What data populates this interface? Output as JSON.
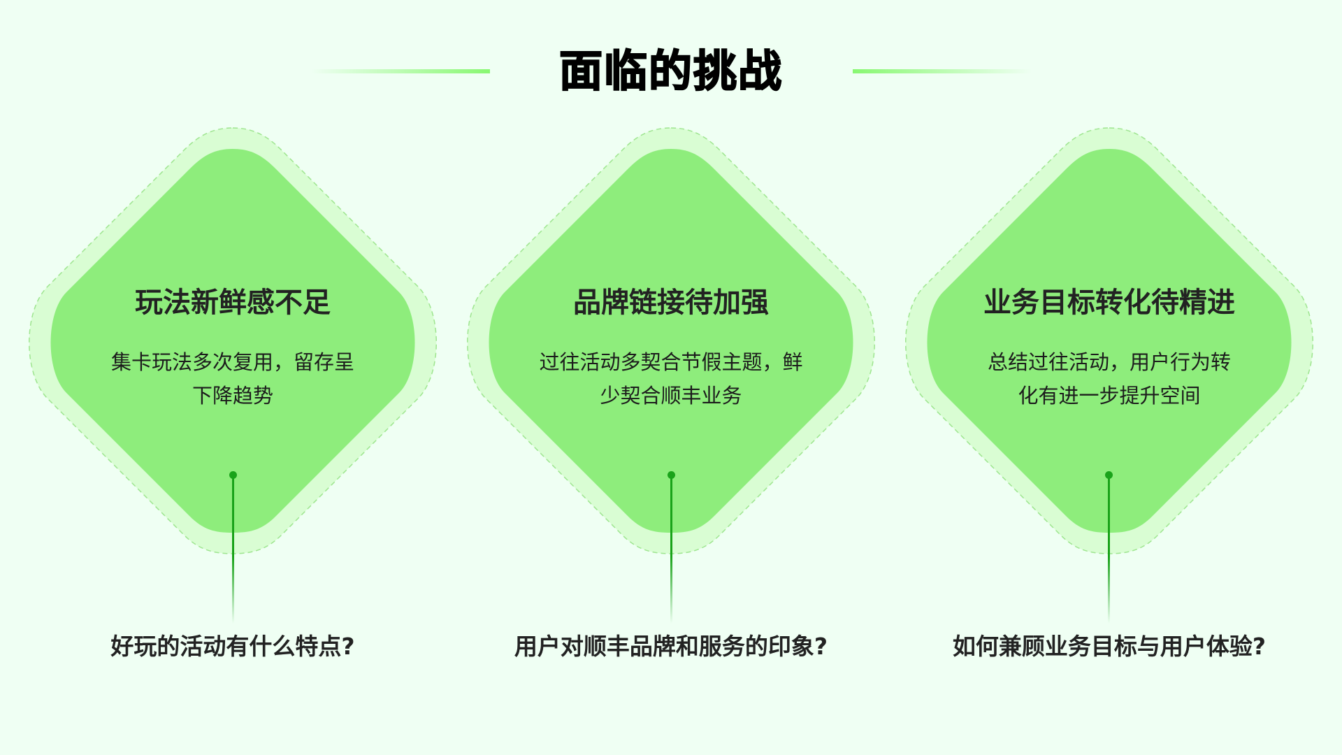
{
  "page": {
    "title": "面临的挑战",
    "background": "#effff3"
  },
  "theme": {
    "diamond_outer": "#d9fdd3",
    "diamond_outer_border": "#9ee58f",
    "diamond_inner": "#8eed7c",
    "connector": "#1aa31a",
    "title_line": "#88f871"
  },
  "challenges": [
    {
      "title": "玩法新鲜感不足",
      "description": "集卡玩法多次复用，留存呈下降趋势",
      "question": "好玩的活动有什么特点?"
    },
    {
      "title": "品牌链接待加强",
      "description": "过往活动多契合节假主题，鲜少契合顺丰业务",
      "question": "用户对顺丰品牌和服务的印象?"
    },
    {
      "title": "业务目标转化待精进",
      "description": "总结过往活动，用户行为转化有进一步提升空间",
      "question": "如何兼顾业务目标与用户体验?"
    }
  ]
}
